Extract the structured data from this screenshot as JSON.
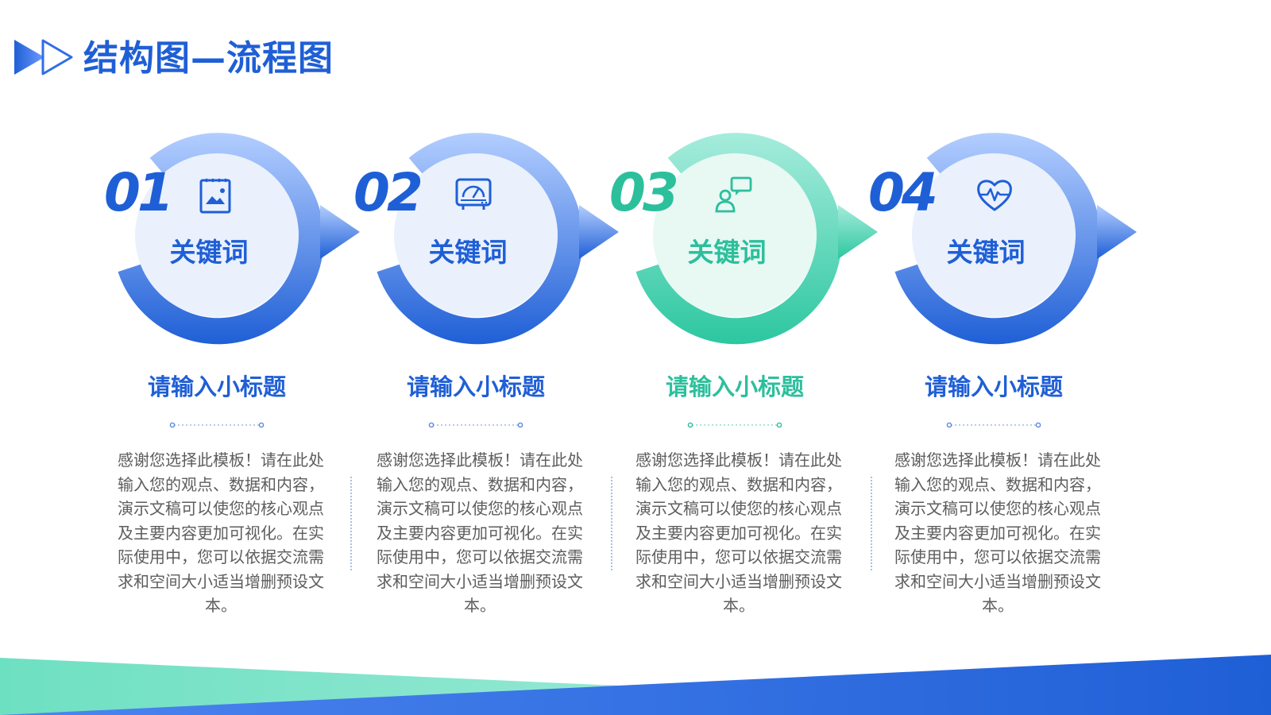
{
  "page": {
    "title": "结构图—流程图",
    "theme_colors": {
      "blue": "#1f5fd6",
      "blue_light": "#a9c8ff",
      "teal": "#2cbf9c",
      "teal_light": "#8fe8cf",
      "body_text": "#5d5d5d"
    }
  },
  "steps": [
    {
      "number": "01",
      "icon": "image-document-icon",
      "keyword": "关键词",
      "subtitle": "请输入小标题",
      "body": "感谢您选择此模板！请在此处输入您的观点、数据和内容，演示文稿可以使您的核心观点及主要内容更加可视化。在实际使用中，您可以依据交流需求和空间大小适当增删预设文本。",
      "color": "blue"
    },
    {
      "number": "02",
      "icon": "gauge-monitor-icon",
      "keyword": "关键词",
      "subtitle": "请输入小标题",
      "body": "感谢您选择此模板！请在此处输入您的观点、数据和内容，演示文稿可以使您的核心观点及主要内容更加可视化。在实际使用中，您可以依据交流需求和空间大小适当增删预设文本。",
      "color": "blue"
    },
    {
      "number": "03",
      "icon": "user-chat-icon",
      "keyword": "关键词",
      "subtitle": "请输入小标题",
      "body": "感谢您选择此模板！请在此处输入您的观点、数据和内容，演示文稿可以使您的核心观点及主要内容更加可视化。在实际使用中，您可以依据交流需求和空间大小适当增删预设文本。",
      "color": "teal"
    },
    {
      "number": "04",
      "icon": "heart-pulse-icon",
      "keyword": "关键词",
      "subtitle": "请输入小标题",
      "body": "感谢您选择此模板！请在此处输入您的观点、数据和内容，演示文稿可以使您的核心观点及主要内容更加可视化。在实际使用中，您可以依据交流需求和空间大小适当增删预设文本。",
      "color": "blue"
    }
  ]
}
